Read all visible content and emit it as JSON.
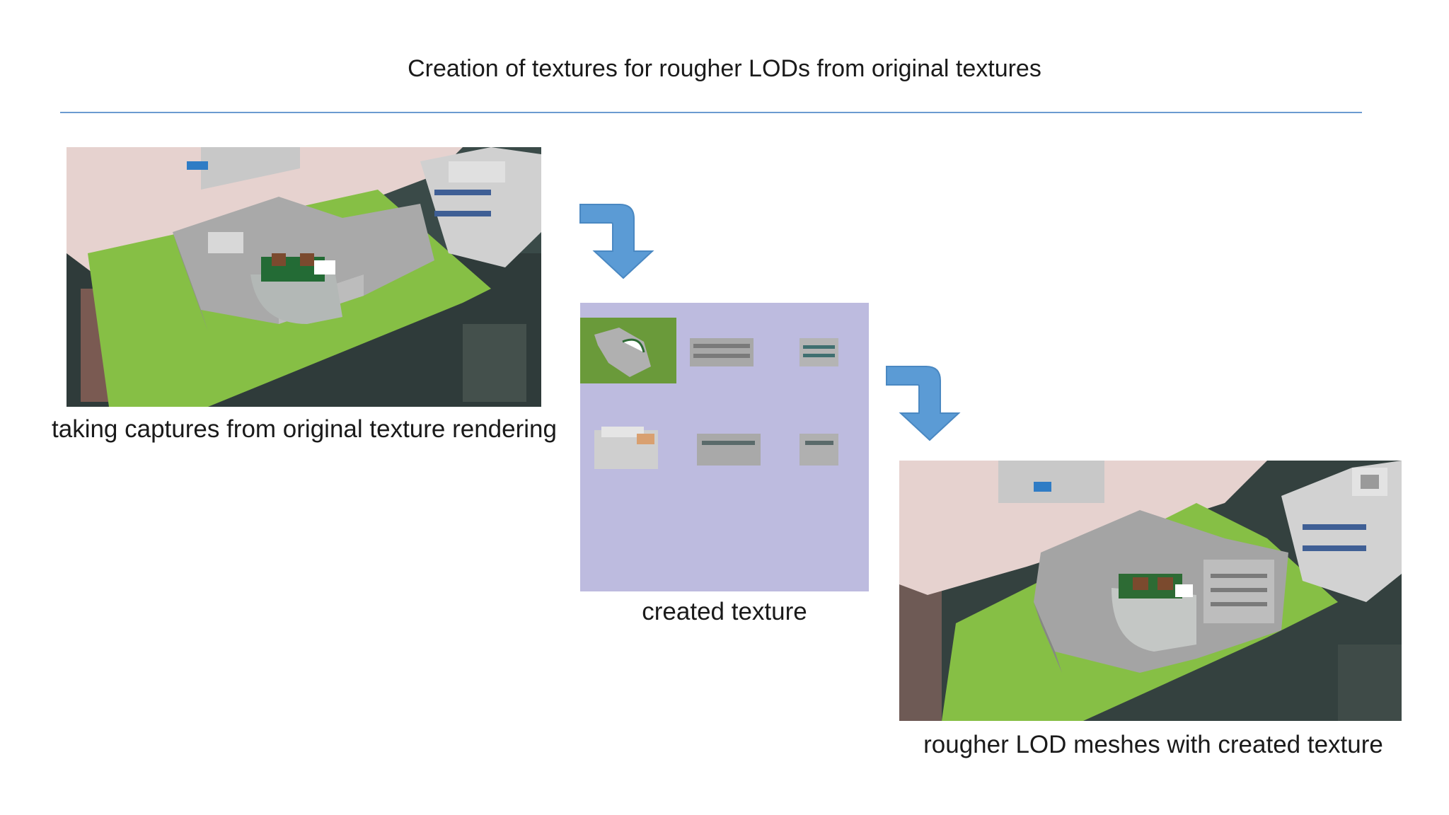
{
  "slide": {
    "title": "Creation of textures for rougher LODs from original textures"
  },
  "captures": {
    "caption": "taking captures from original texture rendering",
    "image_desc": "original-texture-rendering"
  },
  "texture": {
    "caption": "created texture",
    "background_color": "#bdbbdf"
  },
  "result": {
    "caption": "rougher LOD meshes with created texture",
    "image_desc": "rougher-lod-rendering"
  },
  "colors": {
    "arrow": "#5b9bd5",
    "rule": "#6b9bd0",
    "grass": "#7cb342"
  }
}
